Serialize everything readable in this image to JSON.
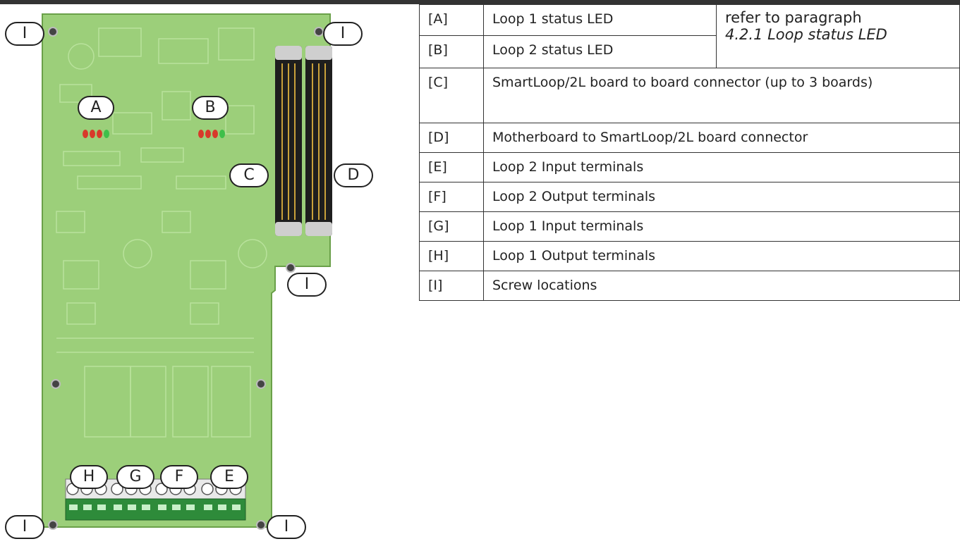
{
  "callouts": {
    "a": "A",
    "b": "B",
    "c": "C",
    "d": "D",
    "e": "E",
    "f": "F",
    "g": "G",
    "h": "H",
    "i": "I"
  },
  "legend": {
    "rows": [
      {
        "code": "[A]",
        "desc": "Loop 1 status LED"
      },
      {
        "code": "[B]",
        "desc": "Loop 2 status LED"
      },
      {
        "code": "[C]",
        "desc": "SmartLoop/2L board to board connector (up to 3 boards)"
      },
      {
        "code": "[D]",
        "desc": "Motherboard to SmartLoop/2L board connector"
      },
      {
        "code": "[E]",
        "desc": "Loop 2 Input terminals"
      },
      {
        "code": "[F]",
        "desc": "Loop 2 Output terminals"
      },
      {
        "code": "[G]",
        "desc": "Loop 1 Input terminals"
      },
      {
        "code": "[H]",
        "desc": "Loop 1 Output terminals"
      },
      {
        "code": "[I]",
        "desc": "Screw locations"
      }
    ],
    "ref_line1": "refer to paragraph",
    "ref_line2": "4.2.1 Loop status LED"
  },
  "colors": {
    "pcb": "#9ccf7a",
    "pcb_dark": "#7fb85f",
    "connector_black": "#1e1e1e",
    "terminal_green": "#2e8b3a",
    "led_red": "#d83a2a",
    "led_green": "#3fbf4a"
  },
  "icons": [
    "screw-hole-icon",
    "led-icon",
    "ribbon-connector-icon",
    "screw-terminal-icon"
  ]
}
